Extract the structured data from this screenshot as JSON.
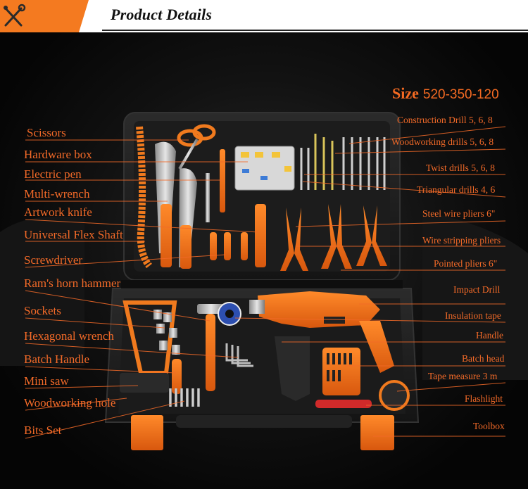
{
  "header": {
    "title": "Product Details",
    "badge_icon": "crossed-tools-icon",
    "badge_color": "#f47a20"
  },
  "size": {
    "label": "Size",
    "value": "520-350-120"
  },
  "colors": {
    "accent": "#f36a28",
    "case": "#1a1a1a",
    "orange": "#f07a1e"
  },
  "left_labels": [
    "Scissors",
    "Hardware box",
    "Electric pen",
    "Multi-wrench",
    "Artwork knife",
    "Universal Flex Shaft",
    "Screwdriver",
    "Ram's horn hammer",
    "Sockets",
    "Hexagonal wrench",
    "Batch Handle",
    "Mini saw",
    "Woodworking hole",
    "Bits Set"
  ],
  "right_labels": [
    "Construction Drill 5, 6, 8",
    "Woodworking drills 5, 6, 8",
    "Twist drills 5, 6, 8",
    "Triangular drills 4, 6",
    "Steel wire pliers 6\"",
    "Wire stripping pliers",
    "Pointed pliers 6\"",
    "Impact Drill",
    "Insulation tape",
    "Handle",
    "Batch head",
    "Tape measure 3 m",
    "Flashlight",
    "Toolbox"
  ]
}
